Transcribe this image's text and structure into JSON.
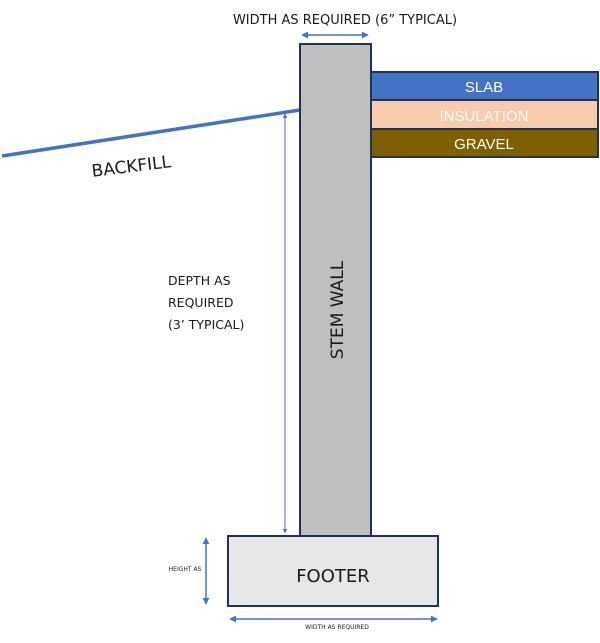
{
  "title": "Stem wall foundation diagram",
  "colors": {
    "outline": "#1f3357",
    "arrow": "#4472c4",
    "backfill_line": "#4472c4",
    "stem_wall_fill": "#bfbfbf",
    "footer_fill": "#e7e7e7",
    "slab_fill": "#4472c4",
    "insulation_fill": "#f8cbad",
    "gravel_fill": "#7f6000"
  },
  "labels": {
    "width_top": "WIDTH AS REQUIRED (6” TYPICAL)",
    "backfill": "BACKFILL",
    "depth_line1": "DEPTH AS",
    "depth_line2": "REQUIRED",
    "depth_line3": "(3’ TYPICAL)",
    "stem_wall": "STEM WALL",
    "footer": "FOOTER",
    "height": "HEIGHT AS",
    "width_bottom": "WIDTH AS REQUIRED"
  },
  "layers": [
    {
      "name": "SLAB",
      "text_color": "#ffffff"
    },
    {
      "name": "INSULATION",
      "text_color": "#ffffff"
    },
    {
      "name": "GRAVEL",
      "text_color": "#ffffff"
    }
  ]
}
